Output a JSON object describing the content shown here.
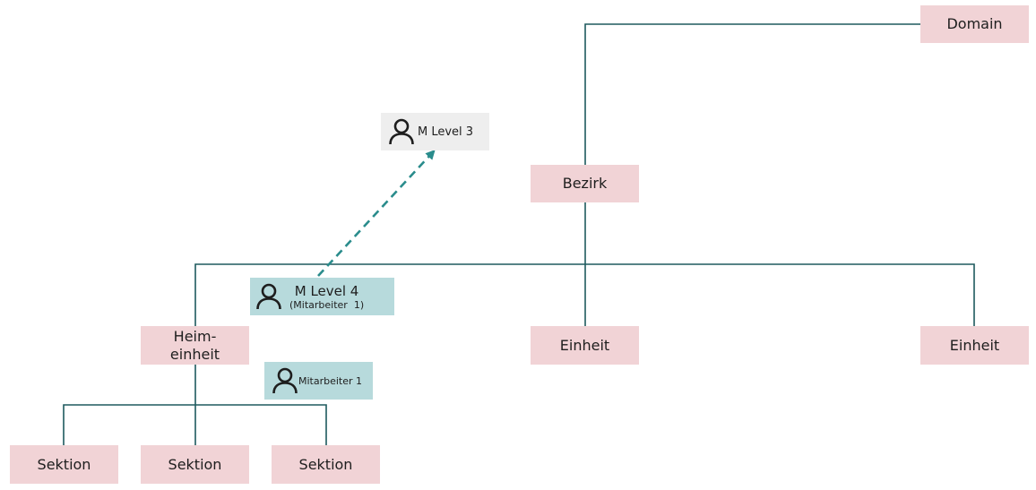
{
  "nodes": {
    "domain": "Domain",
    "bezirk": "Bezirk",
    "heimeinheit_line1": "Heim-",
    "heimeinheit_line2": "einheit",
    "einheit_center": "Einheit",
    "einheit_right": "Einheit",
    "sektion_1": "Sektion",
    "sektion_2": "Sektion",
    "sektion_3": "Sektion"
  },
  "people": {
    "m_level_3": "M Level 3",
    "m_level_4": "M Level 4",
    "m_level_4_sub": "(Mitarbeiter  1)",
    "mitarbeiter_1": "Mitarbeiter 1"
  },
  "icons": {
    "person": "person-icon"
  },
  "colors": {
    "org_fill": "#f1d3d6",
    "person_grey_fill": "#eeeeee",
    "person_teal_fill": "#b7dadc",
    "line": "#1e5a5e",
    "dashed_arrow": "#2a8c8c"
  }
}
